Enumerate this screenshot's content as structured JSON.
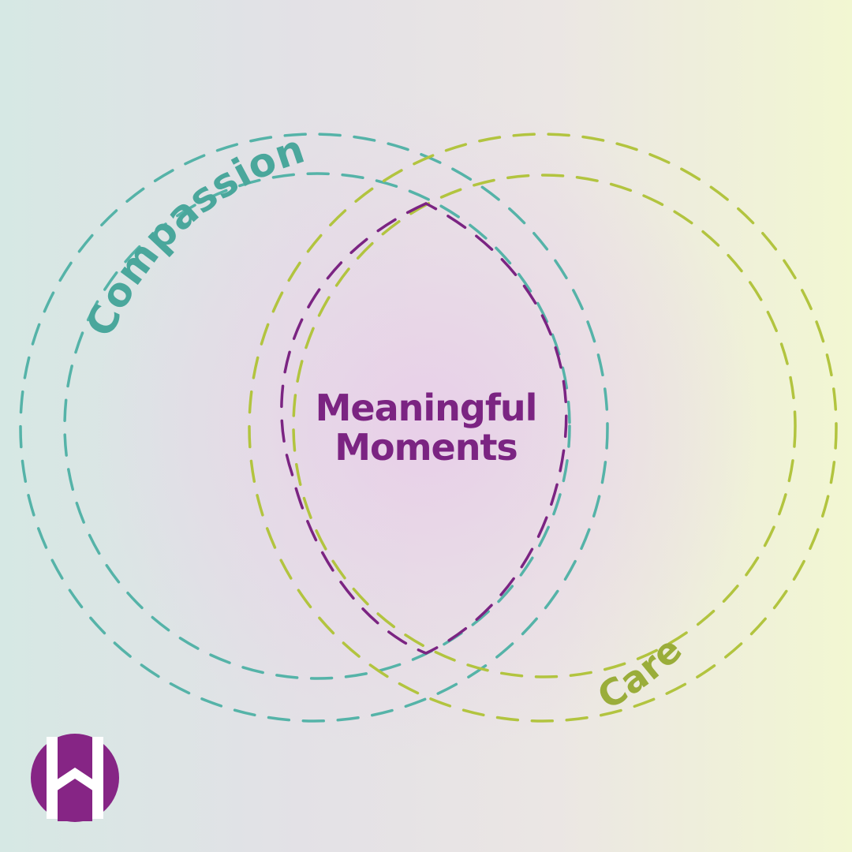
{
  "diagram": {
    "outer_left_label": "Compassion",
    "outer_right_label": "Care",
    "center_label_line1": "Meaningful",
    "center_label_line2": "Moments"
  },
  "colors": {
    "compassion": "#4aa79c",
    "care": "#a8bd3c",
    "center": "#7b2482",
    "logo": "#862585"
  },
  "logo": {
    "icon": "house-h-logo-icon"
  }
}
